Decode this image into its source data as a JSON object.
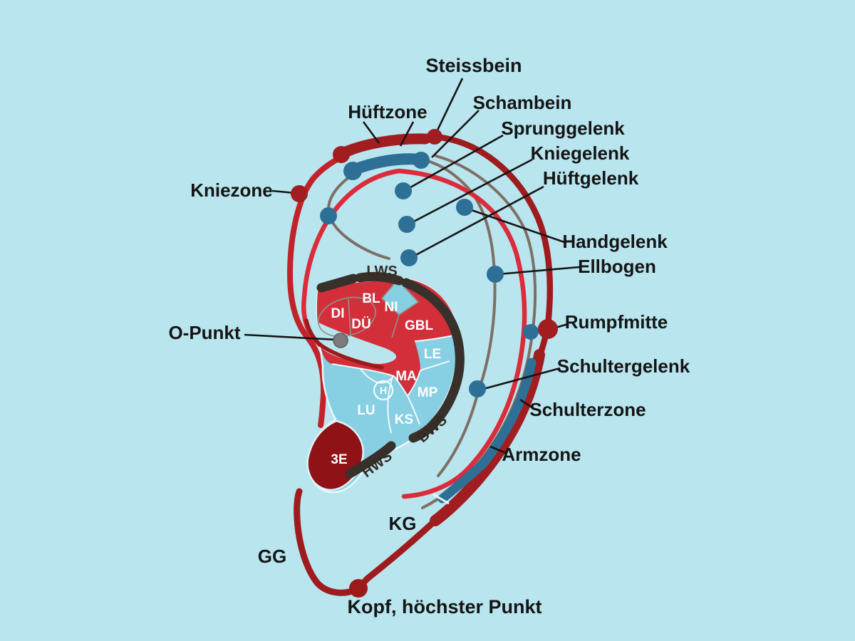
{
  "diagram": {
    "kind": "ear-reflex-zone-chart",
    "language": "de"
  },
  "callouts": {
    "hueftzone": "Hüftzone",
    "steissbein": "Steissbein",
    "schambein": "Schambein",
    "sprunggelenk": "Sprunggelenk",
    "kniegelenk": "Kniegelenk",
    "hueftgelenk": "Hüftgelenk",
    "kniezone": "Kniezone",
    "handgelenk": "Handgelenk",
    "ellbogen": "Ellbogen",
    "rumpfmitte": "Rumpfmitte",
    "o_punkt": "O-Punkt",
    "schultergelenk": "Schultergelenk",
    "schulterzone": "Schulterzone",
    "armzone": "Armzone",
    "kg": "KG",
    "gg": "GG",
    "kopf": "Kopf, höchster Punkt"
  },
  "zones": {
    "bl": "BL",
    "ni": "NI",
    "di": "DI",
    "due": "DÜ",
    "gbl": "GBL",
    "le": "LE",
    "ma": "MA",
    "mp": "MP",
    "ks": "KS",
    "lu": "LU",
    "dreifach_erwaermer": "3E",
    "herz": "H"
  },
  "spine": {
    "lws": "LWS",
    "bws": "BWS",
    "hws": "HWS"
  },
  "colors": {
    "background": "#b9e5ef",
    "zone_blue": "#87cfe2",
    "zone_red": "#d32f3a",
    "zone_dark_red": "#8e1216",
    "helix_bright_red": "#c2222a",
    "helix_dark_red": "#9e1b1e",
    "band_dark_red": "#a11d20",
    "band_steel_blue": "#2e6f96",
    "inner_arc_red": "#dc2b3a",
    "spine_arc_dark": "#38302a",
    "gray_curve": "#7d6f64",
    "o_point_gray": "#7c7c7e",
    "label_text": "#151515"
  }
}
